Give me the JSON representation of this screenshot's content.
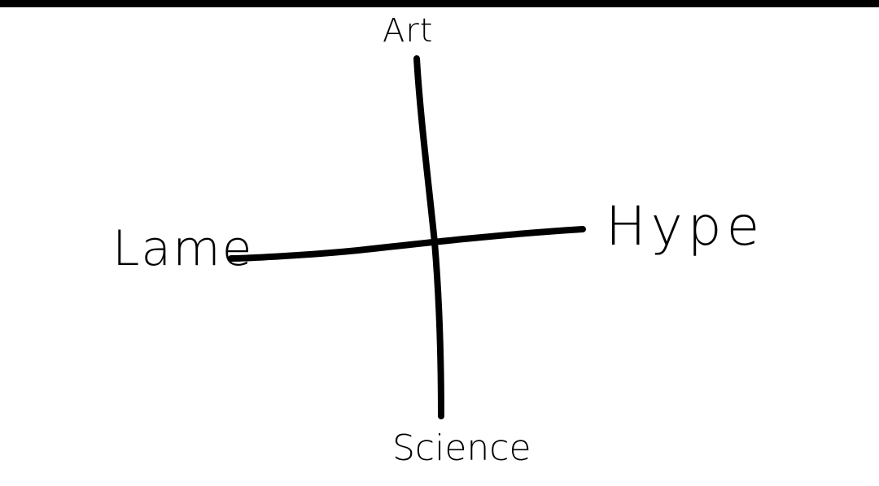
{
  "diagram": {
    "labels": {
      "top": "Art",
      "bottom": "Science",
      "left": "Lame",
      "right": "Hype"
    }
  }
}
